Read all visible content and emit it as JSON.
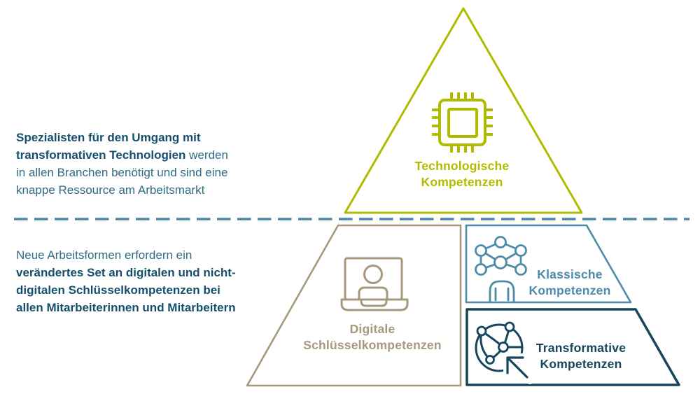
{
  "colors": {
    "green": "#b0bb00",
    "tan": "#a6987b",
    "blue": "#4e8aa9",
    "navy": "#16455c",
    "dash": "#4d87a6",
    "teal_dark": "#14506b",
    "teal_regular": "#2f6b85"
  },
  "intro_top": {
    "line1": "Spezialisten für den Umgang mit",
    "line2_bold": "transformativen Technologien",
    "line2_rest": " werden",
    "line3": "in allen Branchen benötigt und sind eine",
    "line4": "knappe Ressource am Arbeitsmarkt"
  },
  "intro_bottom": {
    "line1": "Neue Arbeitsformen erfordern ein",
    "line2": "verändertes Set an digitalen und nicht-",
    "line3": "digitalen Schlüsselkompetenzen bei",
    "line4": "allen Mitarbeiterinnen und Mitarbeitern"
  },
  "pyramid": {
    "tech": {
      "line1": "Technologische",
      "line2": "Kompetenzen",
      "icon": "chip-icon"
    },
    "digital": {
      "line1": "Digitale",
      "line2": "Schlüsselkompetenzen",
      "icon": "laptop-user-icon"
    },
    "klassisch": {
      "line1": "Klassische",
      "line2": "Kompetenzen",
      "icon": "network-person-icon"
    },
    "transformativ": {
      "line1": "Transformative",
      "line2": "Kompetenzen",
      "icon": "globe-arrow-icon"
    }
  }
}
